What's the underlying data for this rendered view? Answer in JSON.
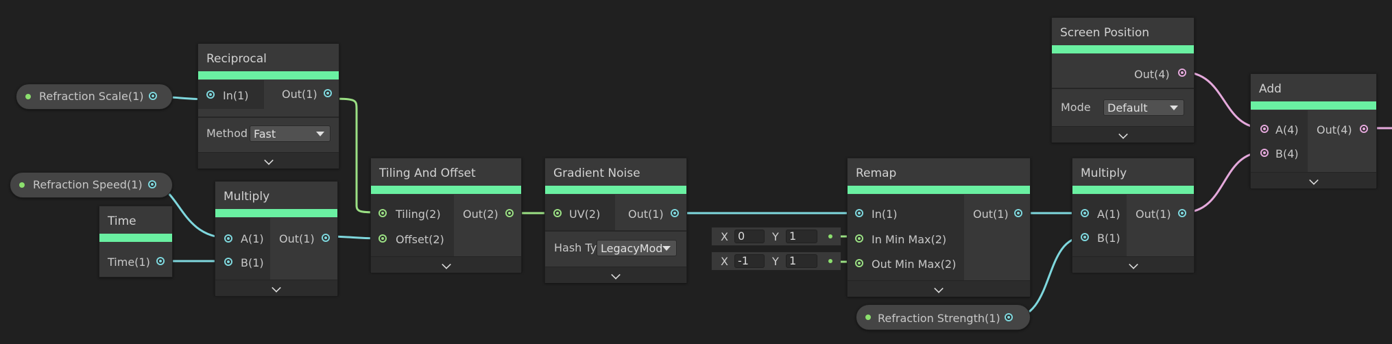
{
  "colors": {
    "background": "#202020",
    "node_header_bar": "#6af0a2",
    "wire_vector1": "#7fd8de",
    "wire_vector2": "#9be084",
    "wire_vector4": "#e5a9dc"
  },
  "icons": {
    "collapse": "chevron-down-icon",
    "dropdown": "caret-down-icon"
  },
  "properties": {
    "refraction_scale": "Refraction Scale(1)",
    "refraction_speed": "Refraction Speed(1)",
    "refraction_strength": "Refraction Strength(1)"
  },
  "nodes": {
    "reciprocal": {
      "title": "Reciprocal",
      "in": "In(1)",
      "out": "Out(1)",
      "method_label": "Method",
      "method_value": "Fast"
    },
    "time": {
      "title": "Time",
      "out": "Time(1)"
    },
    "multiply1": {
      "title": "Multiply",
      "a": "A(1)",
      "b": "B(1)",
      "out": "Out(1)"
    },
    "tiling": {
      "title": "Tiling And Offset",
      "tiling": "Tiling(2)",
      "offset": "Offset(2)",
      "out": "Out(2)"
    },
    "gradient": {
      "title": "Gradient Noise",
      "uv": "UV(2)",
      "out": "Out(1)",
      "hash_label": "Hash Ty",
      "hash_value": "LegacyMod"
    },
    "remap": {
      "title": "Remap",
      "in": "In(1)",
      "in_min_max": "In Min Max(2)",
      "out_min_max": "Out Min Max(2)",
      "out": "Out(1)"
    },
    "multiply2": {
      "title": "Multiply",
      "a": "A(1)",
      "b": "B(1)",
      "out": "Out(1)"
    },
    "screen_position": {
      "title": "Screen Position",
      "out": "Out(4)",
      "mode_label": "Mode",
      "mode_value": "Default"
    },
    "add": {
      "title": "Add",
      "a": "A(4)",
      "b": "B(4)",
      "out": "Out(4)"
    }
  },
  "inline_values": {
    "in_min_max": {
      "x_label": "X",
      "x": "0",
      "y_label": "Y",
      "y": "1"
    },
    "out_min_max": {
      "x_label": "X",
      "x": "-1",
      "y_label": "Y",
      "y": "1"
    }
  }
}
